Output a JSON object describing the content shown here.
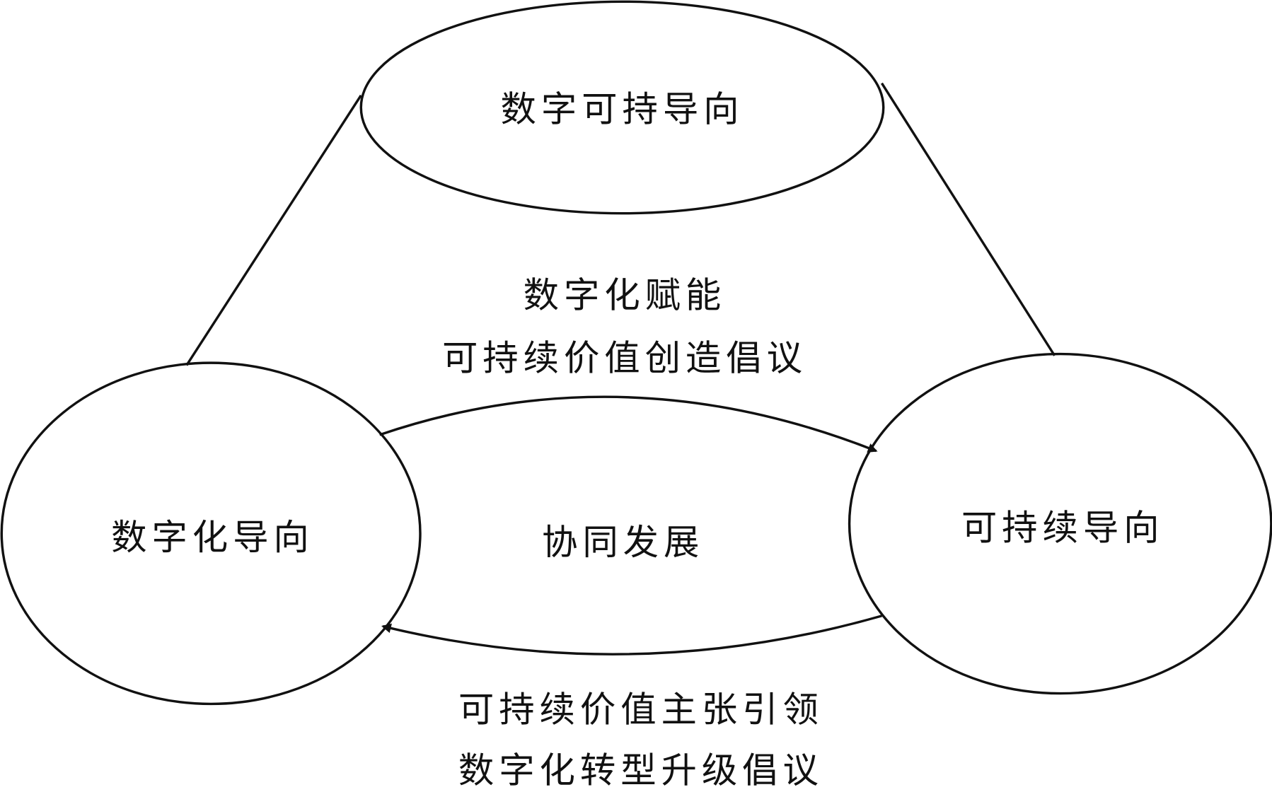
{
  "nodes": {
    "top": "数字可持导向",
    "left": "数字化导向",
    "right": "可持续导向",
    "center": "协同发展"
  },
  "arrows": {
    "upper_line1": "数字化赋能",
    "upper_line2": "可持续价值创造倡议",
    "lower_line1": "可持续价值主张引领",
    "lower_line2": "数字化转型升级倡议"
  },
  "colors": {
    "stroke": "#111111",
    "background": "#ffffff"
  }
}
